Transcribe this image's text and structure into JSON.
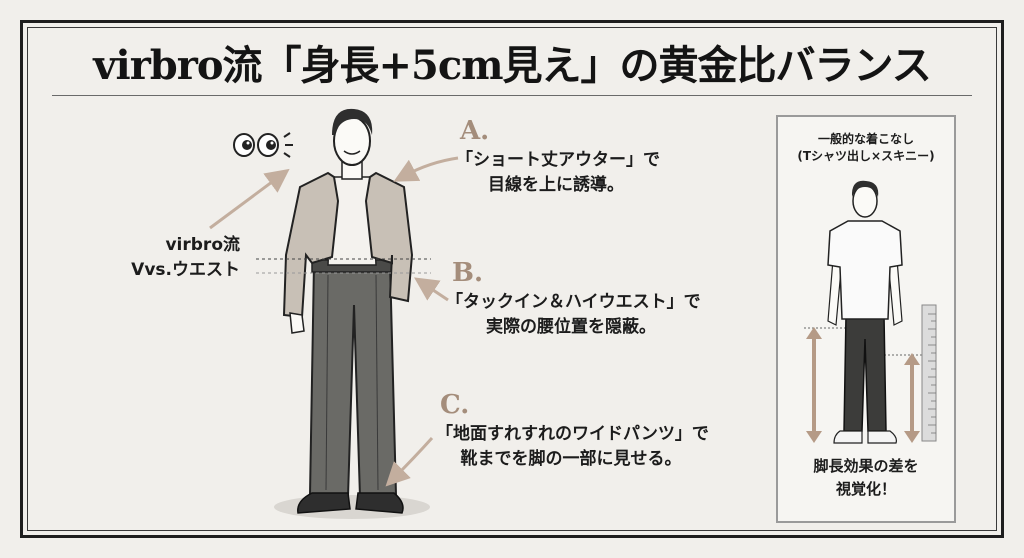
{
  "title": "virbro流「身長+5cm見え」の黄金比バランス",
  "accent_color": "#a48d7b",
  "annotations": [
    {
      "letter": "A.",
      "line1": "「ショート丈アウター」で",
      "line2": "目線を上に誘導。"
    },
    {
      "letter": "B.",
      "line1": "「タックイン＆ハイウエスト」で",
      "line2": "実際の腰位置を隠蔽。"
    },
    {
      "letter": "C.",
      "line1": "「地面すれすれのワイドパンツ」で",
      "line2": "靴までを脚の一部に見せる。"
    }
  ],
  "side_label": {
    "line1": "virbro流",
    "line2": "Vvs.ウエスト"
  },
  "comparison_panel": {
    "title_line1": "一般的な着こなし",
    "title_line2": "(Tシャツ出し×スキニー)",
    "footer_line1": "脚長効果の差を",
    "footer_line2": "視覚化！"
  },
  "icons": {
    "eyes": "eyes-looking-icon",
    "main_figure": "styled-man-illustration",
    "compare_figure": "casual-man-illustration",
    "ruler": "ruler-icon"
  }
}
